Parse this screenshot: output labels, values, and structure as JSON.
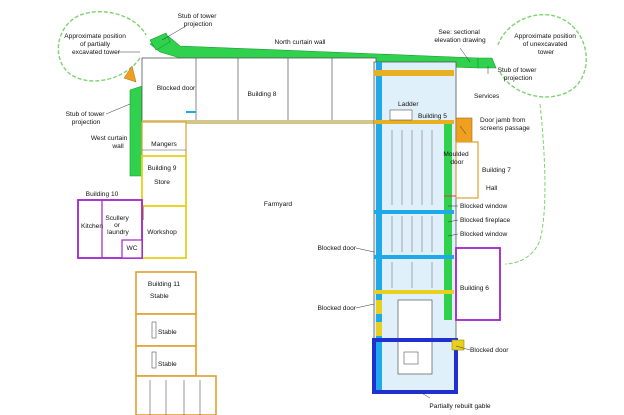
{
  "labels": {
    "partial_tower": [
      "Approximate position",
      "of partially",
      "excavated tower"
    ],
    "stub_tower_top": [
      "Stub of tower",
      "projection"
    ],
    "north_curtain": "North curtain wall",
    "sectional": [
      "See: sectional",
      "elevation drawing"
    ],
    "unexcavated_tower": [
      "Approximate position",
      "of unexcavated",
      "tower"
    ],
    "stub_tower_right": [
      "Stub of tower",
      "projection"
    ],
    "stub_tower_left": [
      "Stub of tower",
      "projection"
    ],
    "blocked_door_top": "Blocked door",
    "building8": "Building 8",
    "ladder": "Ladder",
    "building5": "Building 5",
    "services": "Services",
    "door_jamb": [
      "Door jamb from",
      "screens passage"
    ],
    "west_curtain": [
      "West curtain",
      "wall"
    ],
    "mangers": "Mangers",
    "moulded_door": [
      "Moulded",
      "door"
    ],
    "building7": "Building 7",
    "building9": "Building 9",
    "store": "Store",
    "hall": "Hall",
    "farmyard": "Farmyard",
    "building10": "Building 10",
    "blocked_window_1": "Blocked window",
    "kitchen": "Kitchen",
    "scullery": [
      "Scullery",
      "or",
      "laundry"
    ],
    "blocked_fireplace": "Blocked fireplace",
    "workshop": "Workshop",
    "blocked_window_2": "Blocked window",
    "wc": "WC",
    "blocked_door_mid": "Blocked door",
    "building11": "Building 11",
    "stable_a": "Stable",
    "building6": "Building 6",
    "blocked_door_low": "Blocked door",
    "stable_b": "Stable",
    "blocked_door_right": "Blocked door",
    "stable_c": "Stable",
    "partial_gable": "Partially rebuilt gable"
  },
  "colors": {
    "curtain_wall": "#2fd14d",
    "tower_outline": "#7ed26f",
    "orange": "#f0a020",
    "yellow": "#e8d021",
    "olive": "#c9b35d",
    "blue": "#1fa9e8",
    "navy": "#1f2fd0",
    "purple": "#a024c8",
    "red": "#e04040",
    "grey": "#777777",
    "light_blue_fill": "#dff0fa"
  }
}
